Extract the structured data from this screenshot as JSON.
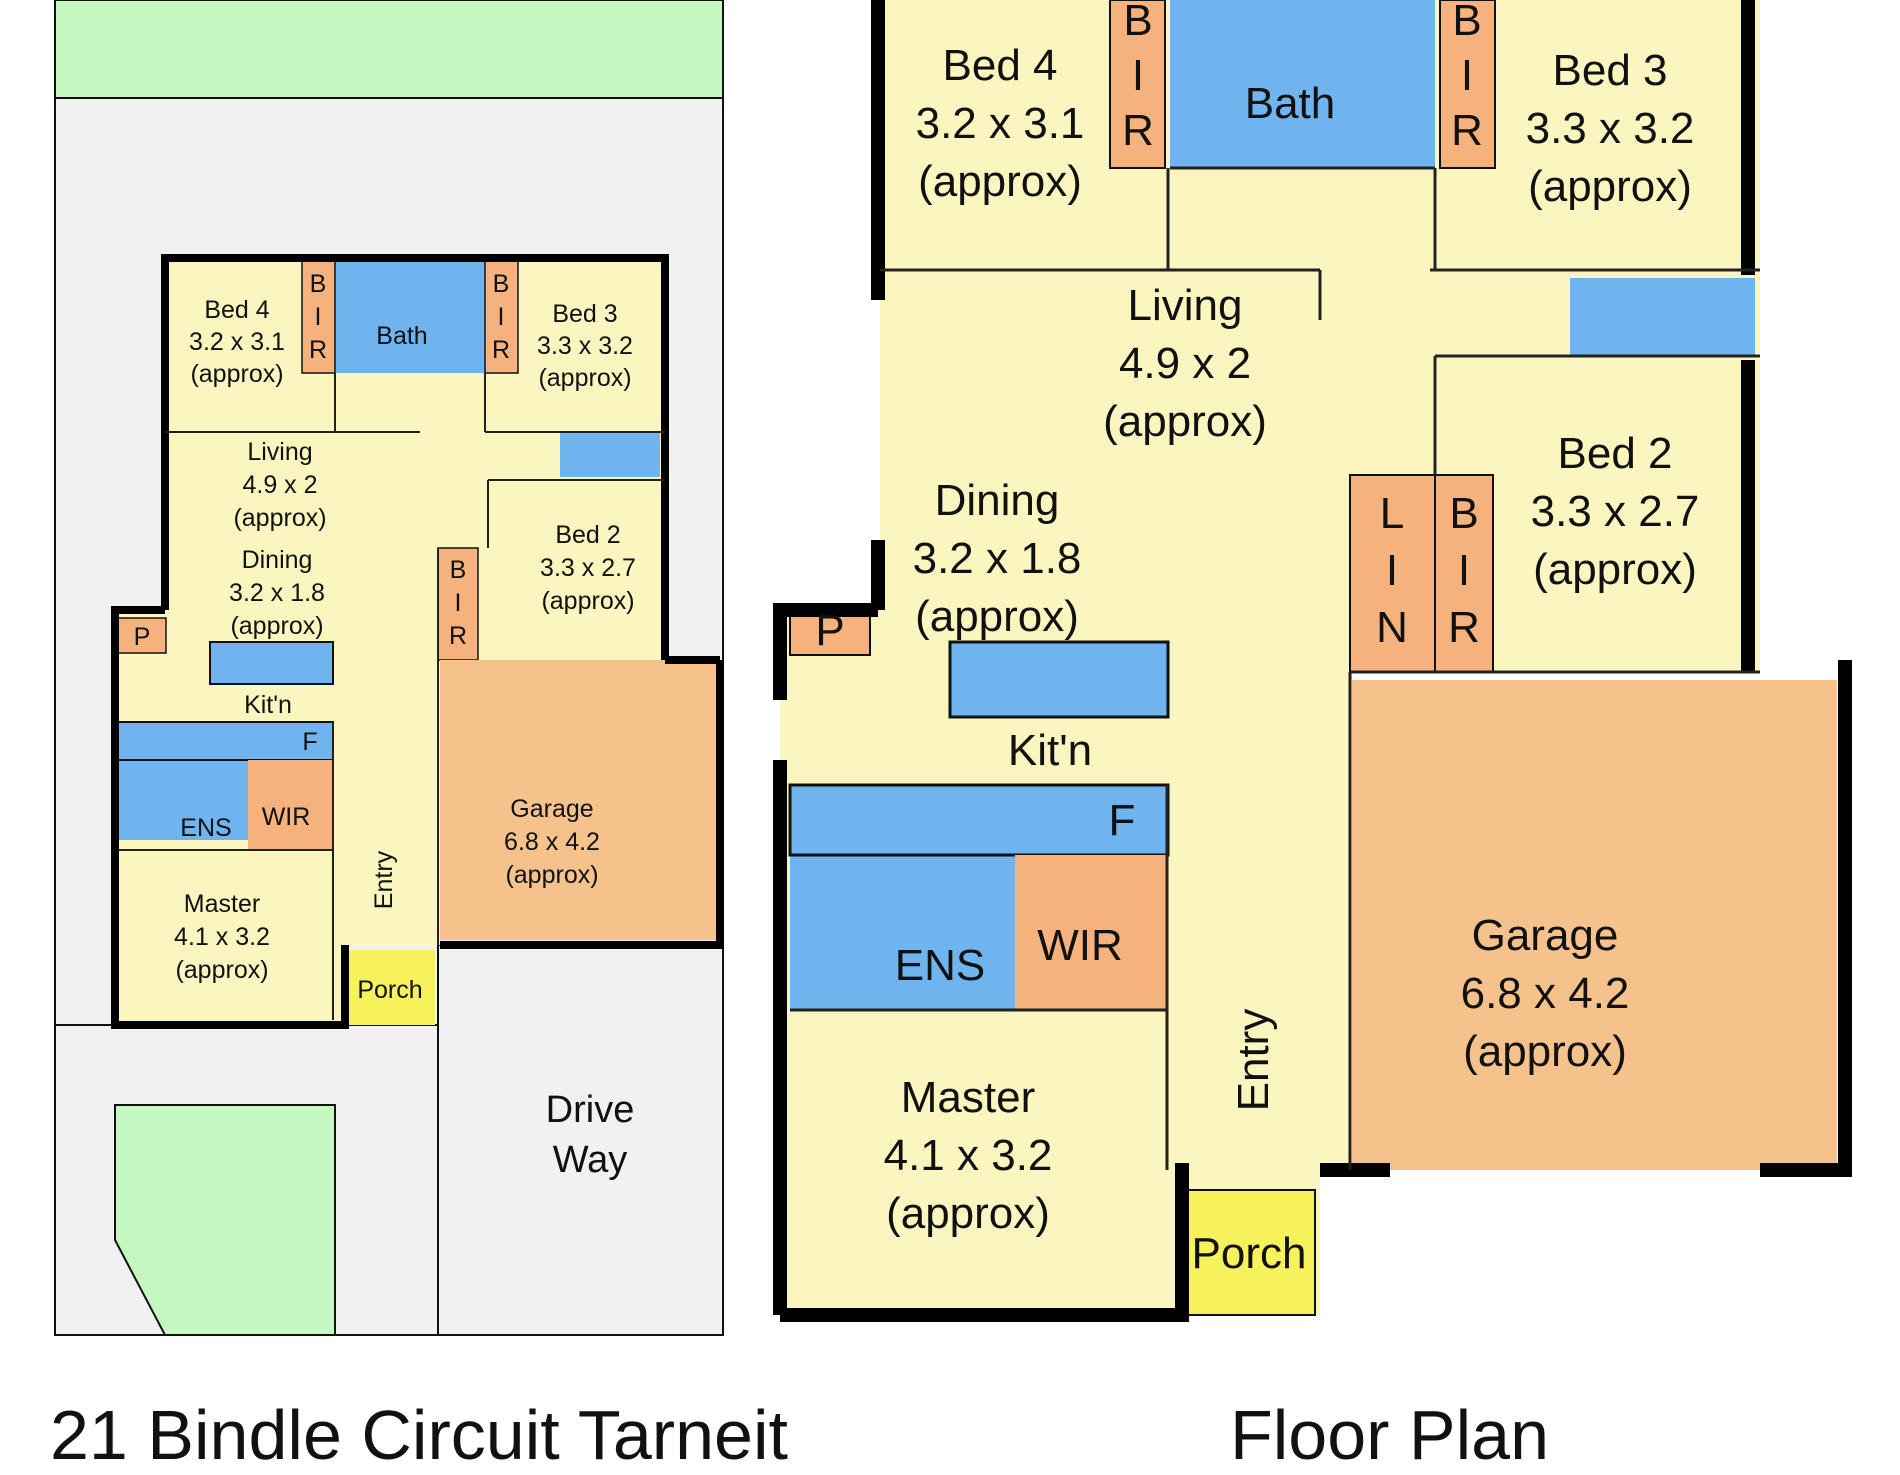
{
  "colors": {
    "room": "#fbf6c0",
    "wet": "#6fb4ee",
    "robe": "#f6b27d",
    "garage": "#f6c28c",
    "porch": "#f7f25c",
    "lawn": "#c5f7c1",
    "paving": "#f1f1f1",
    "wall": "#000000"
  },
  "site_plan": {
    "rooms": {
      "bed4": {
        "name": "Bed 4",
        "size": "3.2 x 3.1",
        "note": "(approx)"
      },
      "bed3": {
        "name": "Bed 3",
        "size": "3.3 x 3.2",
        "note": "(approx)"
      },
      "bed2": {
        "name": "Bed 2",
        "size": "3.3 x 2.7",
        "note": "(approx)"
      },
      "living": {
        "name": "Living",
        "size": "4.9 x 2",
        "note": "(approx)"
      },
      "dining": {
        "name": "Dining",
        "size": "3.2 x 1.8",
        "note": "(approx)"
      },
      "garage": {
        "name": "Garage",
        "size": "6.8 x 4.2",
        "note": "(approx)"
      },
      "master": {
        "name": "Master",
        "size": "4.1 x 3.2",
        "note": "(approx)"
      }
    },
    "labels": {
      "bath": "Bath",
      "kitchen": "Kit'n",
      "ensuite": "ENS",
      "wir": "WIR",
      "entry": "Entry",
      "porch": "Porch",
      "pantry": "P",
      "fridge": "F",
      "bir": [
        "B",
        "I",
        "R"
      ],
      "driveway": [
        "Drive",
        "Way"
      ]
    }
  },
  "floor_plan": {
    "rooms": {
      "bed4": {
        "name": "Bed 4",
        "size": "3.2 x 3.1",
        "note": "(approx)"
      },
      "bed3": {
        "name": "Bed 3",
        "size": "3.3 x 3.2",
        "note": "(approx)"
      },
      "bed2": {
        "name": "Bed 2",
        "size": "3.3 x 2.7",
        "note": "(approx)"
      },
      "living": {
        "name": "Living",
        "size": "4.9 x 2",
        "note": "(approx)"
      },
      "dining": {
        "name": "Dining",
        "size": "3.2 x 1.8",
        "note": "(approx)"
      },
      "garage": {
        "name": "Garage",
        "size": "6.8 x 4.2",
        "note": "(approx)"
      },
      "master": {
        "name": "Master",
        "size": "4.1 x 3.2",
        "note": "(approx)"
      }
    },
    "labels": {
      "bath": "Bath",
      "kitchen": "Kit'n",
      "ensuite": "ENS",
      "wir": "WIR",
      "entry": "Entry",
      "porch": "Porch",
      "pantry": "P",
      "fridge": "F",
      "bir": [
        "B",
        "I",
        "R"
      ],
      "lin": [
        "L",
        "I",
        "N"
      ]
    }
  },
  "footer": {
    "address": "21 Bindle Circuit Tarneit",
    "title": "Floor Plan"
  }
}
